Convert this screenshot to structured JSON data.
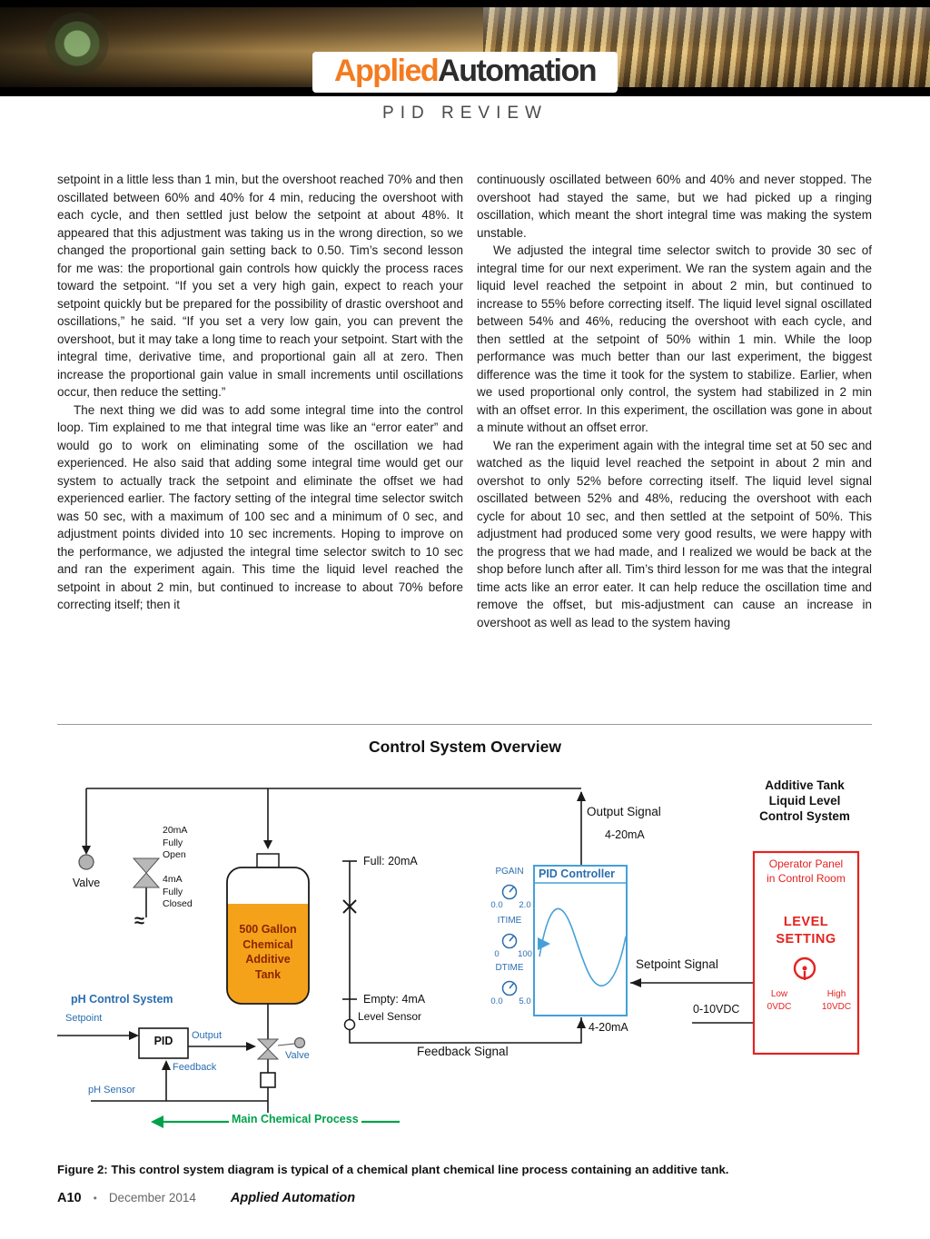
{
  "header": {
    "logo_applied": "Applied",
    "logo_automation": "Automation",
    "page_title": "PID REVIEW"
  },
  "article": {
    "left": [
      "setpoint in a little less than 1 min, but the overshoot reached 70% and then oscillated between 60% and 40% for 4 min, reducing the overshoot with each cycle, and then settled just below the setpoint at about 48%. It appeared that this adjustment was taking us in the wrong direction, so we changed the proportional gain setting back to 0.50. Tim’s second lesson for me was: the proportional gain controls how quickly the process races toward the setpoint. “If you set a very high gain, expect to reach your setpoint quickly but be prepared for the possibility of drastic overshoot and oscillations,” he said. “If you set a very low gain, you can prevent the overshoot, but it may take a long time to reach your setpoint. Start with the integral time, derivative time, and proportional gain all at zero. Then increase the proportional gain value in small increments until oscillations occur, then reduce the setting.”",
      "The next thing we did was to add some integral time into the control loop. Tim explained to me that integral time was like an “error eater” and would go to work on eliminating some of the oscillation we had experienced. He also said that adding some integral time would get our system to actually track the setpoint and eliminate the offset we had experienced earlier. The factory setting of the integral time selector switch was 50 sec, with a maximum of 100 sec and a minimum of 0 sec, and adjustment points divided into 10 sec increments. Hoping to improve on the performance, we adjusted the integral time selector switch to 10 sec and ran the experiment again. This time the liquid level reached the setpoint in about 2 min, but continued to increase to about 70% before correcting itself; then it"
    ],
    "right": [
      "continuously oscillated between 60% and 40% and never stopped. The overshoot had stayed the same, but we had picked up a ringing oscillation, which meant the short integral time was making the system unstable.",
      "We adjusted the integral time selector switch to provide 30 sec of integral time for our next experiment. We ran the system again and the liquid level reached the setpoint in about 2 min, but continued to increase to 55% before correcting itself. The liquid level signal oscillated between 54% and 46%, reducing the overshoot with each cycle, and then settled at the setpoint of 50% within 1 min. While the loop performance was much better than our last experiment, the biggest difference was the time it took for the system to stabilize. Earlier, when we used proportional only control, the system had stabilized in 2 min with an offset error. In this experiment, the oscillation was gone in about a minute without an offset error.",
      "We ran the experiment again with the integral time set at 50 sec and watched as the liquid level reached the setpoint in about 2 min and overshot to only 52% before correcting itself. The liquid level signal oscillated between 52% and 48%, reducing the overshoot with each cycle for about 10 sec, and then settled at the setpoint of 50%. This adjustment had produced some very good results, we were happy with the progress that we had made, and I realized we would be back at the shop before lunch after all. Tim’s third lesson for me was that the integral time acts like an error eater. It can help reduce the oscillation time and remove the offset, but mis-adjustment can cause an increase in overshoot as well as lead to the system having"
    ]
  },
  "diagram": {
    "title": "Control System Overview",
    "system_title": "Additive Tank\nLiquid Level\nControl System",
    "output_signal": "Output Signal",
    "output_range": "4-20mA",
    "valve_label": "Valve",
    "valve_open": "20mA\nFully\nOpen",
    "valve_closed": "4mA\nFully\nClosed",
    "pipe_break": "≈",
    "tank_label": "500 Gallon\nChemical\nAdditive\nTank",
    "full_label": "Full: 20mA",
    "empty_label": "Empty: 4mA",
    "level_sensor_label": "Level Sensor",
    "pid_controller_title": "PID Controller",
    "knobs": [
      {
        "name": "PGAIN",
        "min": "0.0",
        "max": "2.0"
      },
      {
        "name": "ITIME",
        "min": "0",
        "max": "100"
      },
      {
        "name": "DTIME",
        "min": "0.0",
        "max": "5.0"
      }
    ],
    "setpoint_signal": "Setpoint Signal",
    "setpoint_range": "0-10VDC",
    "feedback_signal": "Feedback Signal",
    "feedback_range": "4-20mA",
    "operator_panel": {
      "title": "Operator Panel\nin Control Room",
      "level_setting": "LEVEL\nSETTING",
      "low": "Low",
      "low_v": "0VDC",
      "high": "High",
      "high_v": "10VDC"
    },
    "ph_system": {
      "title": "pH Control System",
      "setpoint": "Setpoint",
      "pid": "PID",
      "output": "Output",
      "feedback": "Feedback",
      "valve": "Valve",
      "ph_sensor": "pH Sensor",
      "main_process": "Main Chemical Process"
    },
    "colors": {
      "logo_orange": "#f47b20",
      "diagram_blue": "#2a6db0",
      "controller_box_blue": "#45a0d8",
      "panel_red": "#e42320",
      "tank_orange": "#f5a21b",
      "process_green": "#00a14b"
    }
  },
  "caption": {
    "text": "Figure 2: This control system diagram is typical of a chemical plant chemical line process containing an additive tank."
  },
  "footer": {
    "page_num": "A10",
    "bullet": "•",
    "date": "December 2014",
    "brand": "Applied Automation"
  }
}
